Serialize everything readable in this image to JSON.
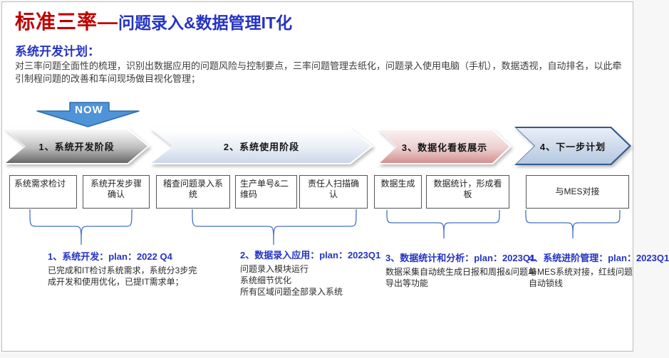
{
  "page": {
    "title_red": "标准三率—",
    "title_blue": "问题录入&数据管理IT化",
    "subtitle": "系统开发计划：",
    "description": "对三率问题全面性的梳理，识别出数据应用的问题风险与控制要点，三率问题管理去纸化，问题录入使用电脑（手机），数据透视，自动排名，以此牵引制程问题的改善和车间现场做目视化管理；",
    "now_label": "NOW"
  },
  "stages": [
    {
      "label": "1、系统开发阶段",
      "c1": "#fafafa",
      "c2": "#bdbdbd",
      "c3": "#686868",
      "border": "#ffffff"
    },
    {
      "label": "2、系统使用阶段",
      "c1": "#ffffff",
      "c2": "#e9eef6",
      "c3": "#ccd7e8",
      "border": "#ffffff"
    },
    {
      "label": "3、数据化看板展示",
      "c1": "#faf0f0",
      "c2": "#ecd0d0",
      "c3": "#d39090",
      "border": "#ffffff"
    },
    {
      "label": "4、下一步计划",
      "c1": "#e8eef7",
      "c2": "#cdd9ea",
      "c3": "#b4c8e0",
      "border": "#2f5b8f"
    }
  ],
  "boxes": [
    "系统需求检讨",
    "系统开发步骤确认",
    "稽查问题录入系统",
    "生产单号&二维码",
    "责任人扫描确认",
    "数据生成",
    "数据统计，形成看板",
    "与MES对接"
  ],
  "sections": [
    {
      "title": "1、系统开发：plan：2022 Q4",
      "body": "已完成和IT检讨系统需求，系统分3步完成开发和使用优化，已提IT需求单；"
    },
    {
      "title": "2、数据录入应用：plan：2023Q1",
      "body": "问题录入模块运行\n系统细节优化\n所有区域问题全部录入系统"
    },
    {
      "title": "3、数据统计和分析：plan：2023Q1",
      "body": "数据采集自动统生成日报和周报&问题单导出等功能"
    },
    {
      "title": "4、系统进阶管理：plan：2023Q1",
      "body": "与MES系统对接，红线问题自动锁线"
    }
  ],
  "colors": {
    "title_red": "#c00000",
    "accent_blue": "#2433c4",
    "box_border": "#555555",
    "brace_blue": "#4472c4",
    "now_fill": "#4f93d8",
    "now_border": "#2e6cab"
  }
}
